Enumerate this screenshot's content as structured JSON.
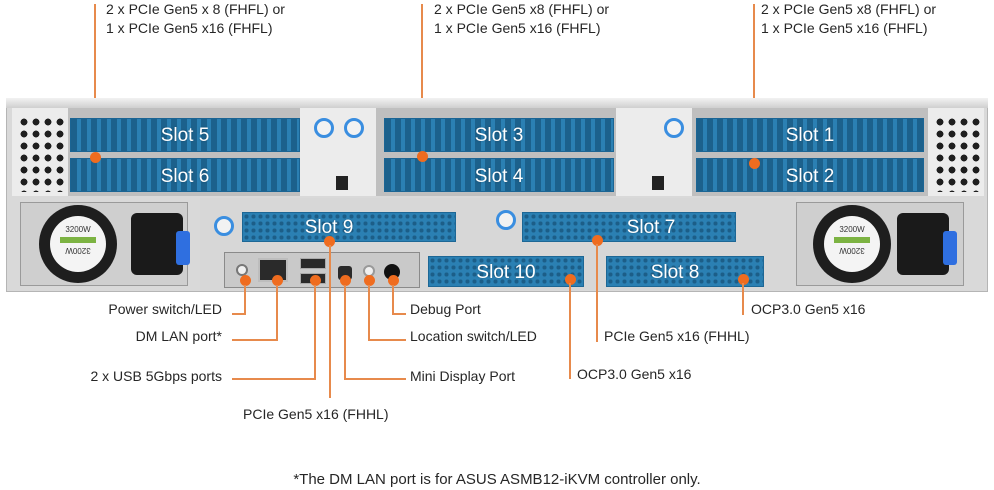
{
  "title": "Server rear panel diagram",
  "top_labels": [
    {
      "line1": "2 x PCIe Gen5 x 8 (FHFL) or",
      "line2": "1 x PCIe Gen5 x16 (FHFL)",
      "target": "Slot 5/6"
    },
    {
      "line1": "2 x PCIe Gen5 x8 (FHFL) or",
      "line2": "1 x PCIe Gen5 x16 (FHFL)",
      "target": "Slot 3/4"
    },
    {
      "line1": "2 x PCIe Gen5 x8 (FHFL) or",
      "line2": "1 x PCIe Gen5 x16 (FHFL)",
      "target": "Slot 1/2"
    }
  ],
  "slots": {
    "slot5": "Slot 5",
    "slot6": "Slot 6",
    "slot3": "Slot 3",
    "slot4": "Slot 4",
    "slot1": "Slot 1",
    "slot2": "Slot 2",
    "slot9": "Slot 9",
    "slot7": "Slot 7",
    "slot10": "Slot 10",
    "slot8": "Slot 8"
  },
  "psu": {
    "left_rating": "3200W",
    "right_rating": "3200W"
  },
  "callouts": {
    "power_switch": "Power switch/LED",
    "dm_lan": "DM LAN port*",
    "usb": "2 x USB 5Gbps ports",
    "slot9_pcie": "PCIe Gen5 x16 (FHHL)",
    "debug": "Debug Port",
    "location": "Location switch/LED",
    "mini_dp": "Mini Display Port",
    "slot10_ocp": "OCP3.0 Gen5 x16",
    "slot7_pcie": "PCIe Gen5 x16 (FHHL)",
    "slot8_ocp": "OCP3.0 Gen5 x16"
  },
  "footnote": "*The DM LAN port is for ASUS ASMB12-iKVM controller only.",
  "colors": {
    "accent_orange": "#ef6c1f",
    "leader_line": "#e78a4c",
    "slot_blue": "#2b80b3"
  }
}
